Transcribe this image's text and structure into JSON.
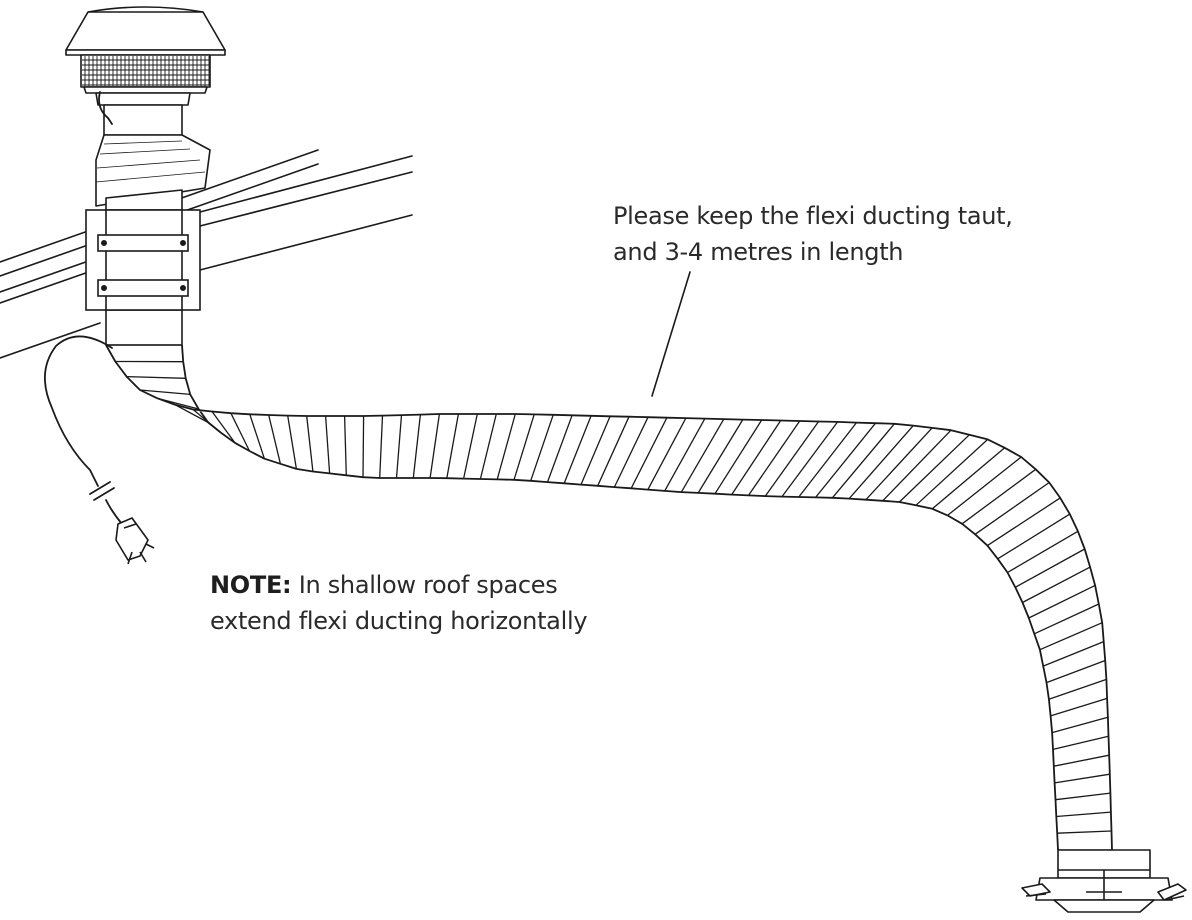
{
  "callout_length": {
    "line1": "Please keep the flexi ducting taut,",
    "line2": "and 3-4 metres in length"
  },
  "callout_note": {
    "label": "NOTE:",
    "line1": "In shallow roof spaces",
    "line2": "extend flexi ducting horizontally"
  },
  "colors": {
    "stroke": "#1a1a1a",
    "text": "#2a2a2a",
    "background": "#ffffff"
  },
  "icons": [
    "roof-cowl-icon",
    "roof-batten-icon",
    "mounting-bracket-icon",
    "power-cord-icon",
    "plug-icon",
    "flexi-duct-icon",
    "ceiling-diffuser-icon"
  ]
}
